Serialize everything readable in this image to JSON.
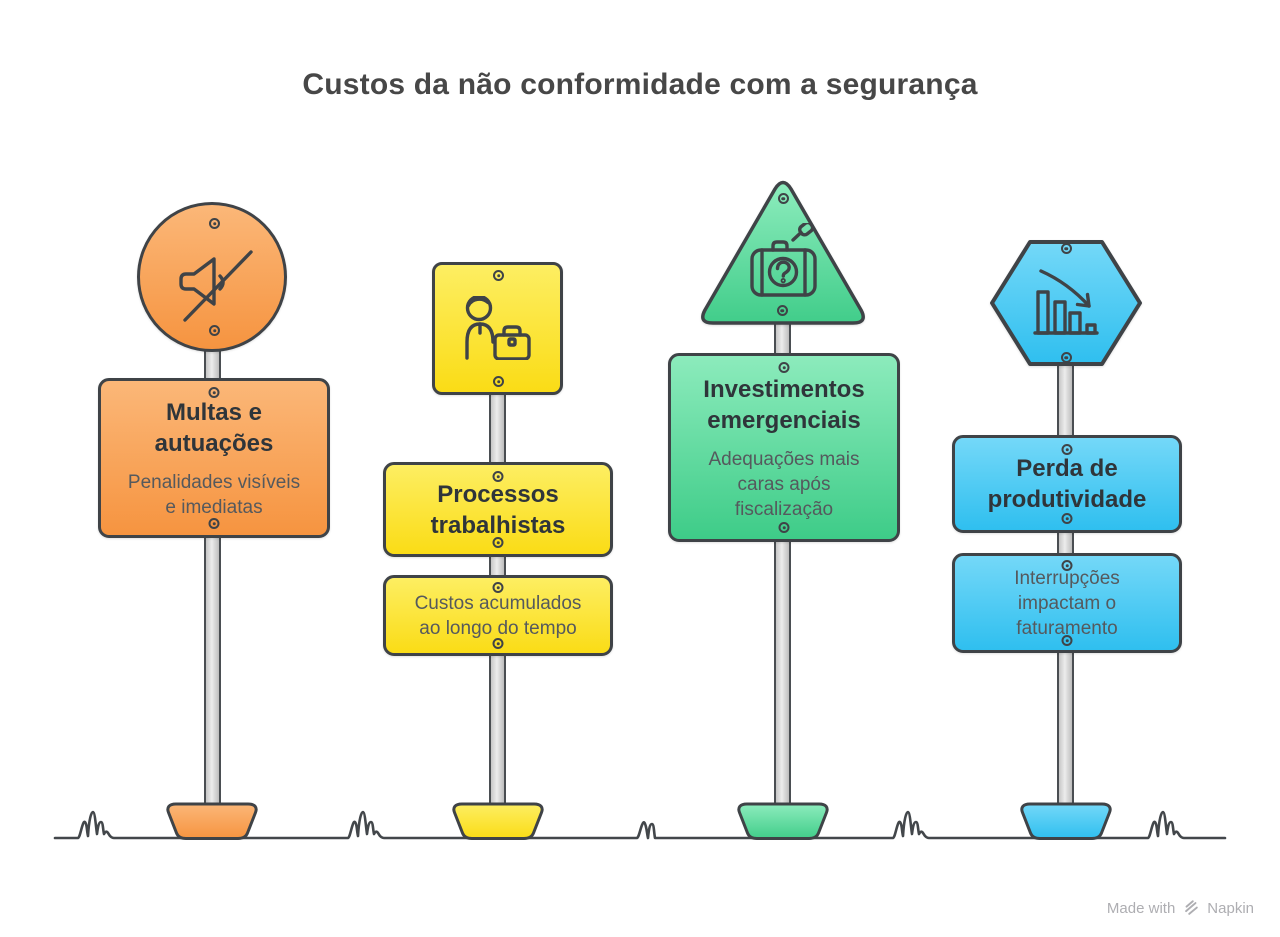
{
  "title": "Custos da não conformidade com a segurança",
  "footer": {
    "made_with": "Made with",
    "brand": "Napkin"
  },
  "colors": {
    "outline": "#3F4347",
    "orange": "#F69440",
    "yellow": "#FADC16",
    "green": "#3ECC88",
    "blue": "#2FBFEF",
    "pole_gray": "#D8D8D8"
  },
  "signs": [
    {
      "shape": "circle",
      "color": "#F69440",
      "icon": "muted-speaker-icon",
      "heading": "Multas e\nautuações",
      "description": "Penalidades visíveis\ne imediatas"
    },
    {
      "shape": "square",
      "color": "#FADC16",
      "icon": "worker-briefcase-icon",
      "heading": "Processos\ntrabalhistas",
      "description": "Custos acumulados\nao longo do tempo"
    },
    {
      "shape": "triangle",
      "color": "#3ECC88",
      "icon": "inspection-suitcase-icon",
      "heading": "Investimentos\nemergenciais",
      "description": "Adequações mais\ncaras após\nfiscalização"
    },
    {
      "shape": "hexagon",
      "color": "#2FBFEF",
      "icon": "declining-bar-chart-icon",
      "heading": "Perda de\nprodutividade",
      "description": "Interrupções\nimpactam o\nfaturamento"
    }
  ]
}
